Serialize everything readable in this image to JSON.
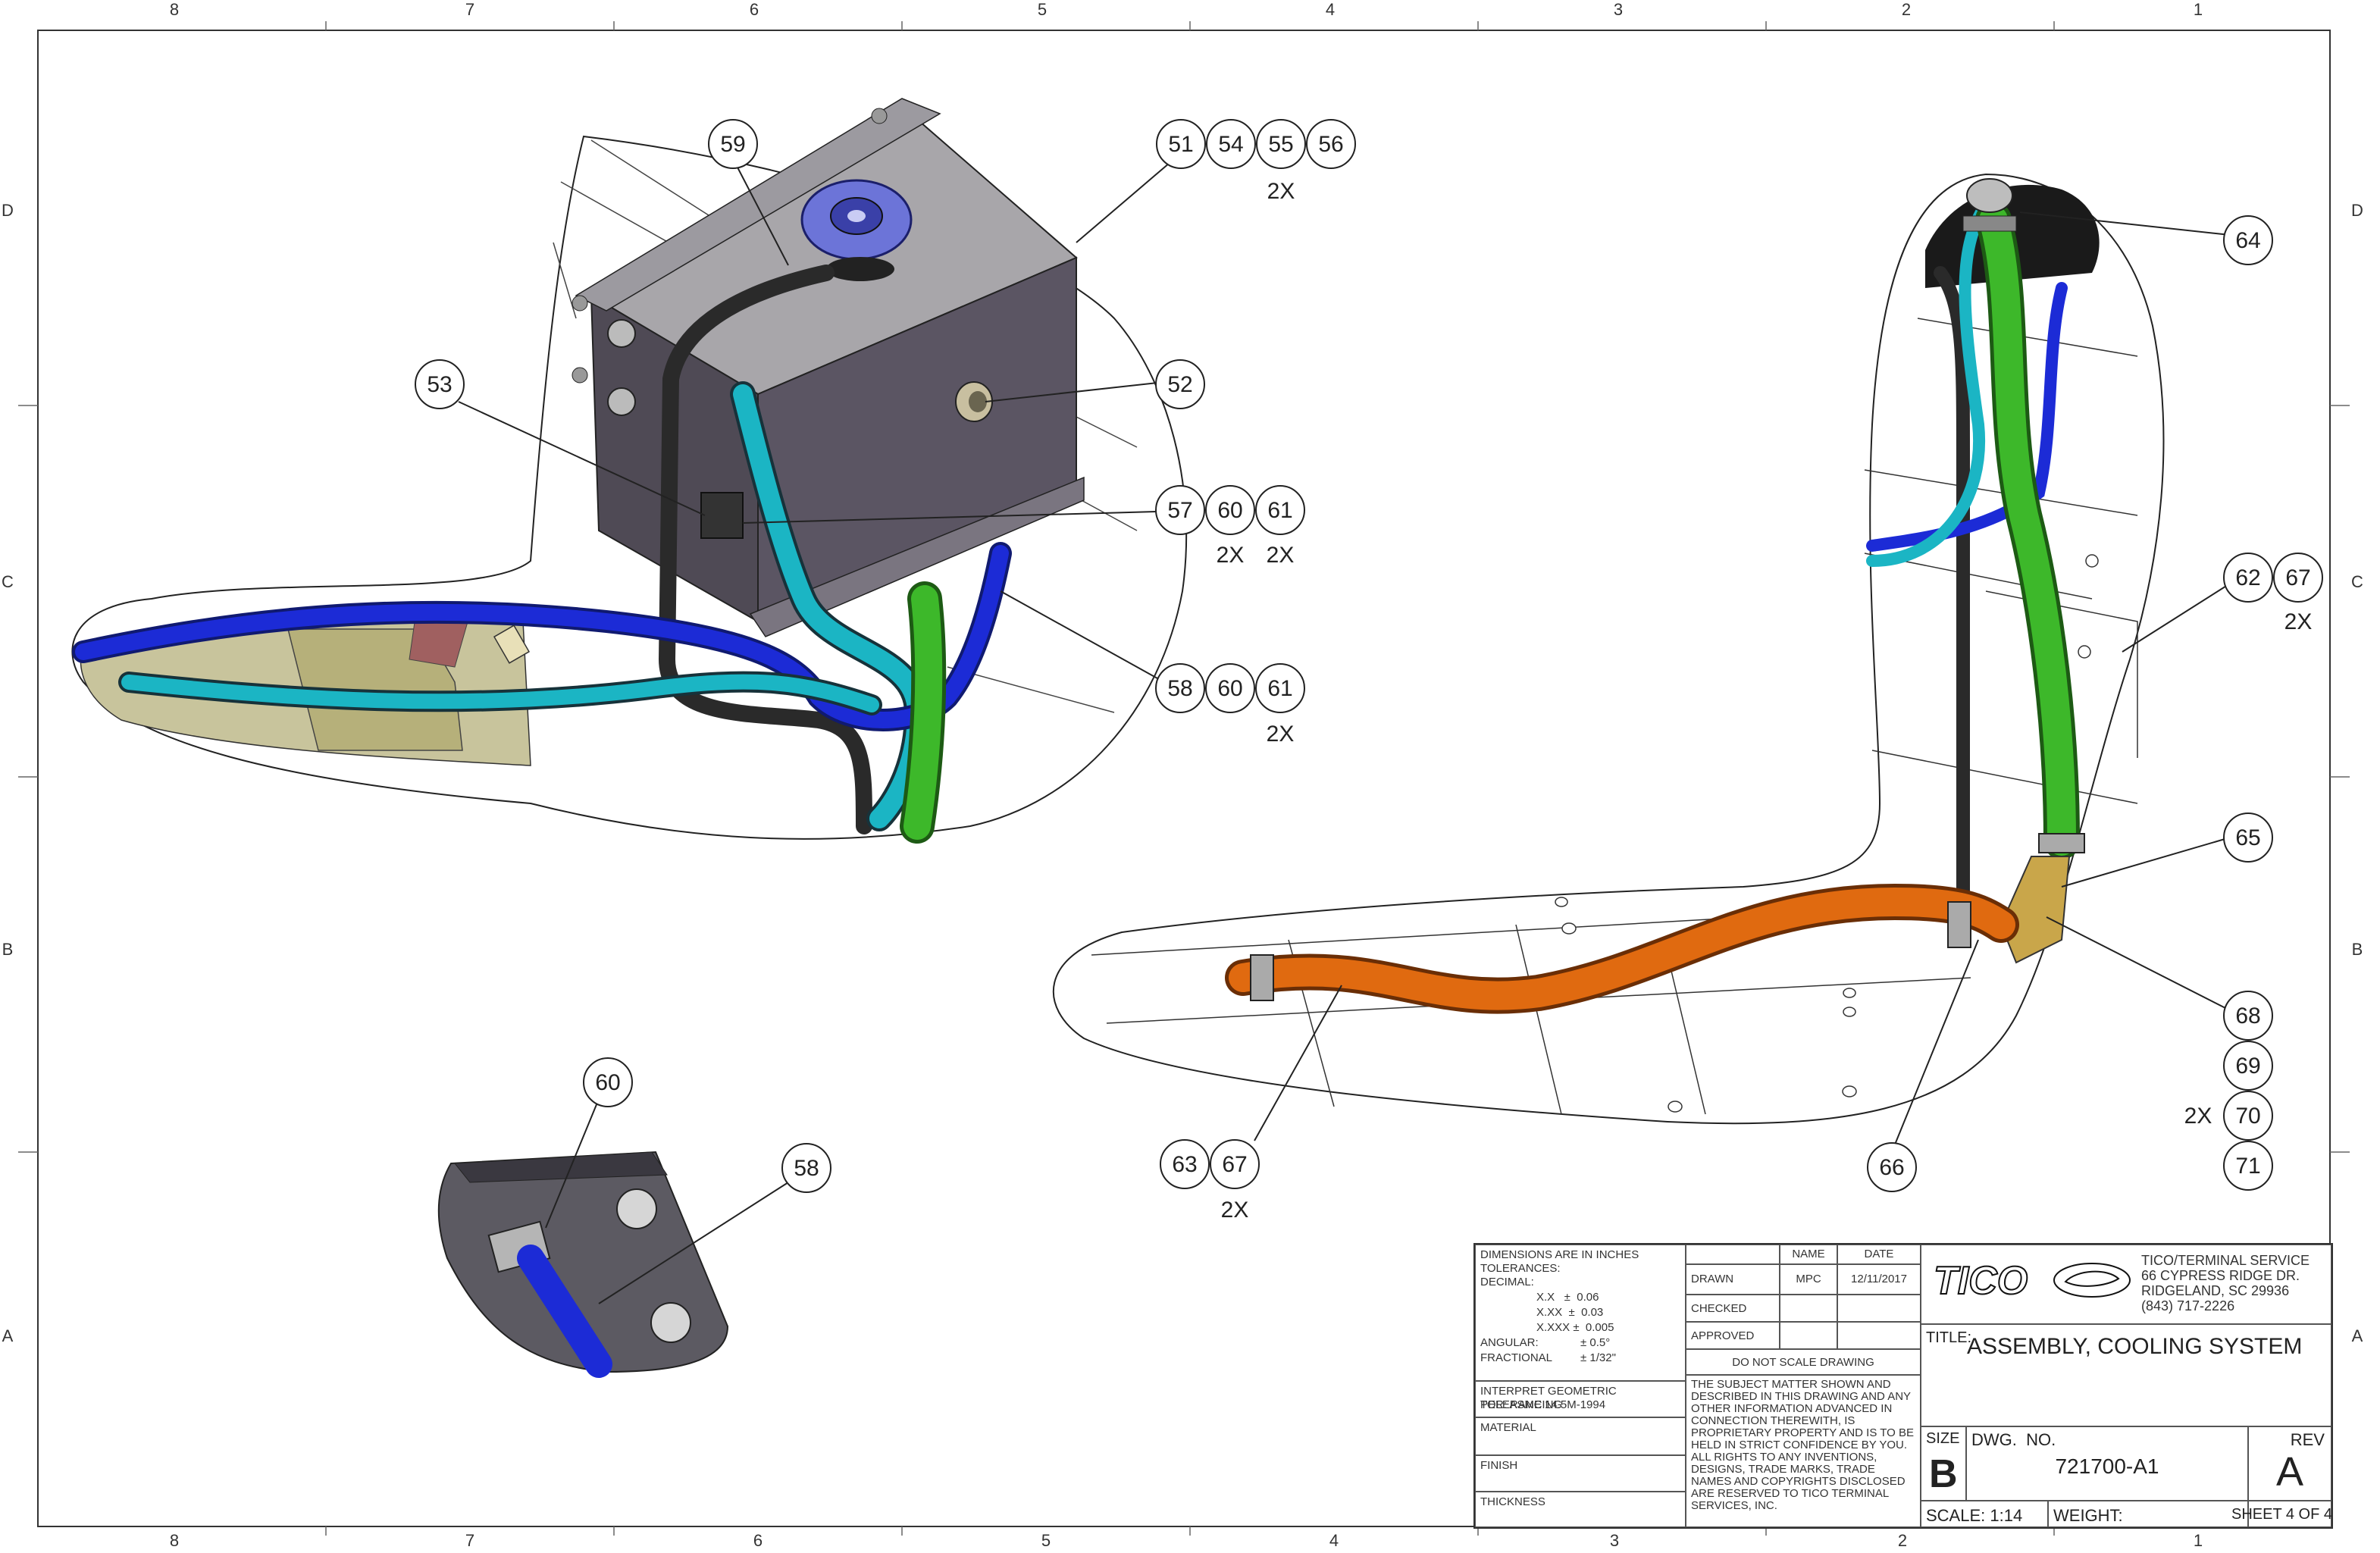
{
  "zones": {
    "top": [
      "8",
      "7",
      "6",
      "5",
      "4",
      "3",
      "2",
      "1"
    ],
    "bottom": [
      "8",
      "7",
      "6",
      "5",
      "4",
      "3",
      "2",
      "1"
    ],
    "left": [
      "D",
      "C",
      "B",
      "A"
    ],
    "right": [
      "D",
      "C",
      "B",
      "A"
    ]
  },
  "balloons": {
    "b51": "51",
    "b54": "54",
    "b55": "55",
    "b56": "56",
    "b59": "59",
    "b53": "53",
    "b52": "52",
    "b57": "57",
    "b60a": "60",
    "b61a": "61",
    "b58a": "58",
    "b60b": "60",
    "b61b": "61",
    "b60c": "60",
    "b58b": "58",
    "b64": "64",
    "b62": "62",
    "b67a": "67",
    "b65": "65",
    "b68": "68",
    "b69": "69",
    "b70": "70",
    "b71": "71",
    "b63": "63",
    "b67b": "67",
    "b66": "66"
  },
  "quantities": {
    "q1": "2X",
    "q2": "2X",
    "q3": "2X",
    "q4": "2X",
    "q5": "2X",
    "q6": "2X",
    "q7": "2X"
  },
  "colors": {
    "hose_blue": "#1c2bd6",
    "hose_cyan": "#1bb5c4",
    "hose_green": "#3db82a",
    "hose_orange": "#e06a10",
    "hose_black": "#2a2a2a",
    "tank": "#5a5560",
    "cap": "#6c74d8"
  },
  "title_block": {
    "dims_line1": "DIMENSIONS ARE IN INCHES",
    "dims_line2": "TOLERANCES:",
    "dims_line3": "DECIMAL:",
    "tol_x": "X.X   ±  0.06",
    "tol_xx": "X.XX  ±  0.03",
    "tol_xxx": "X.XXX ±  0.005",
    "angular": "ANGULAR:",
    "angular_val": "± 0.5°",
    "fractional": "FRACTIONAL",
    "fractional_val": "± 1/32\"",
    "gdt_line1": "INTERPRET GEOMETRIC TOLERANCING",
    "gdt_line2": "PER: ASME 14.5M-1994",
    "material": "MATERIAL",
    "finish": "FINISH",
    "thickness": "THICKNESS",
    "name_hdr": "NAME",
    "date_hdr": "DATE",
    "drawn": "DRAWN",
    "drawn_name": "MPC",
    "drawn_date": "12/11/2017",
    "checked": "CHECKED",
    "approved": "APPROVED",
    "do_not_scale": "DO NOT SCALE DRAWING",
    "prop_1": "THE SUBJECT MATTER SHOWN AND",
    "prop_2": "DESCRIBED IN THIS DRAWING AND ANY",
    "prop_3": "OTHER INFORMATION ADVANCED IN",
    "prop_4": "CONNECTION THEREWITH, IS",
    "prop_5": "PROPRIETARY PROPERTY AND IS TO BE",
    "prop_6": "HELD IN STRICT CONFIDENCE BY YOU.",
    "prop_7": "ALL RIGHTS TO ANY INVENTIONS,",
    "prop_8": "DESIGNS, TRADE MARKS, TRADE",
    "prop_9": "NAMES AND COPYRIGHTS DISCLOSED",
    "prop_10": "ARE RESERVED TO TICO TERMINAL",
    "prop_11": "SERVICES, INC.",
    "logo_text": "TICO",
    "company": "TICO/TERMINAL SERVICE",
    "addr1": "66 CYPRESS RIDGE DR.",
    "addr2": "RIDGELAND, SC 29936",
    "phone": "(843) 717-2226",
    "title_label": "TITLE:",
    "title": "ASSEMBLY, COOLING SYSTEM",
    "size_label": "SIZE",
    "size": "B",
    "dwg_label": "DWG.  NO.",
    "dwg_no": "721700-A1",
    "rev_label": "REV",
    "rev": "A",
    "scale": "SCALE: 1:14",
    "weight": "WEIGHT:",
    "sheet": "SHEET 4 OF 4"
  }
}
